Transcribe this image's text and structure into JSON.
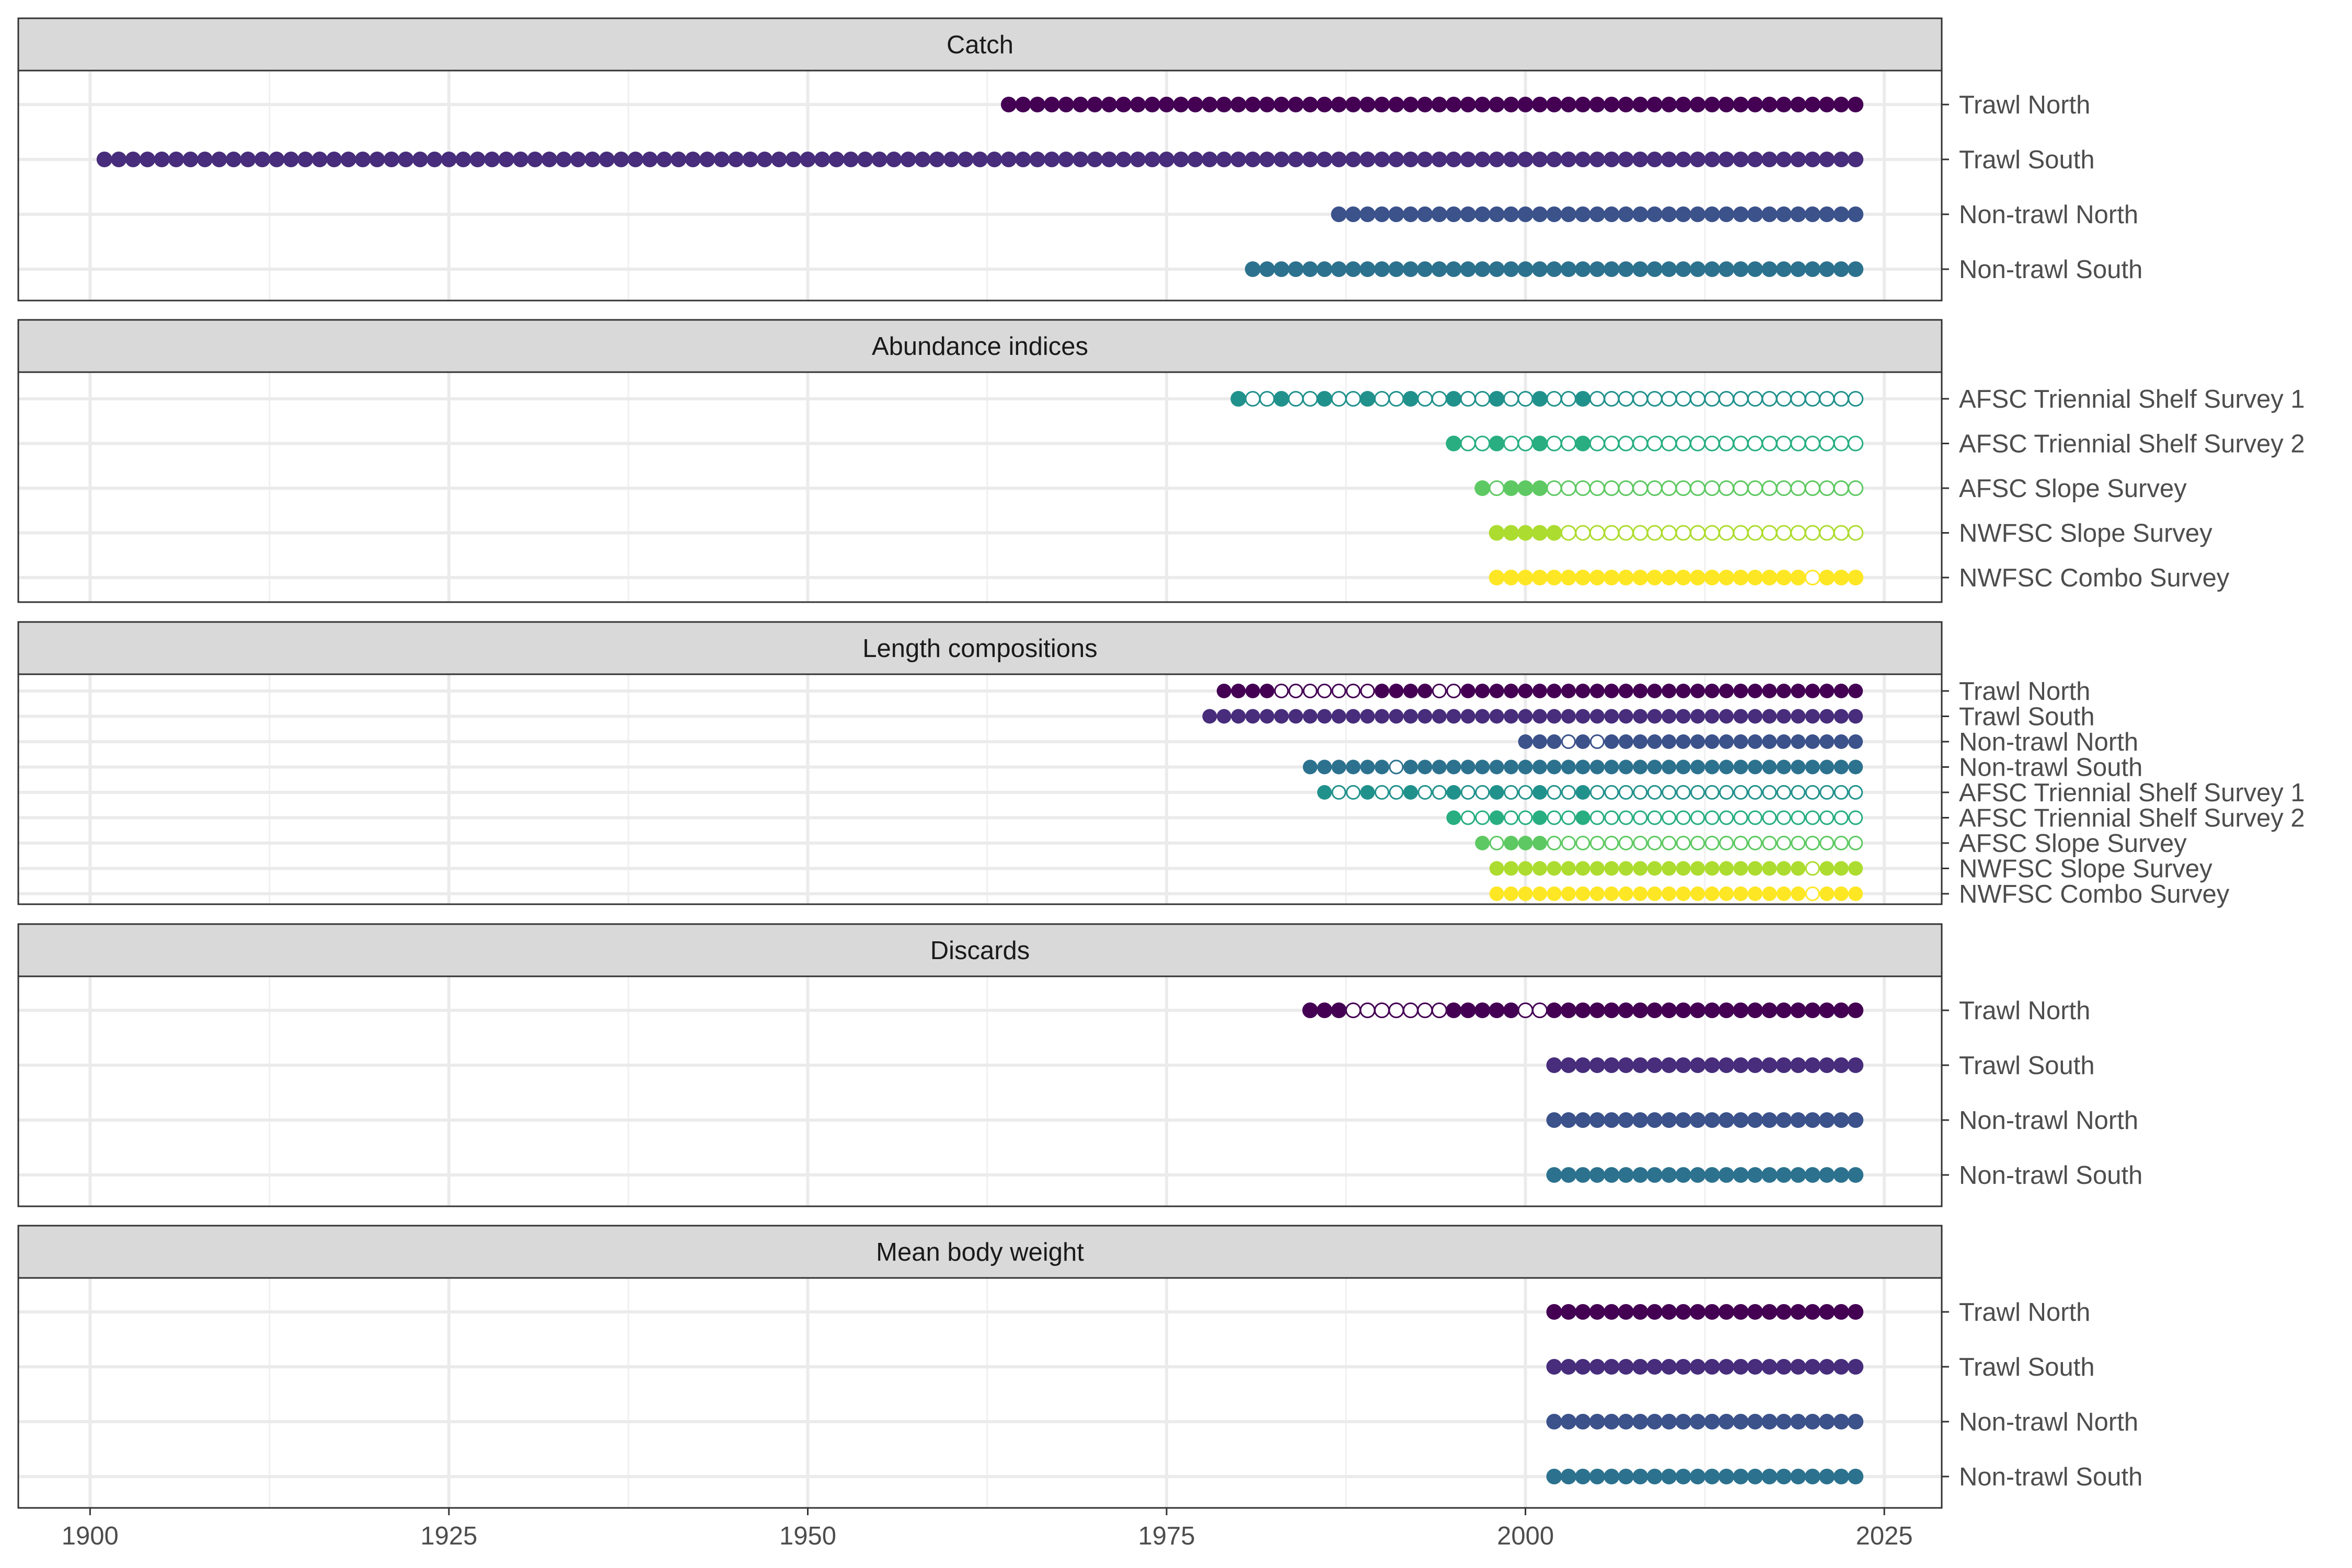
{
  "chart_data": {
    "type": "scatter",
    "x_axis": {
      "ticks": [
        "1900",
        "1925",
        "1950",
        "1975",
        "2000",
        "2025"
      ],
      "range": [
        1895,
        2029
      ]
    },
    "grid": true,
    "legend": "none",
    "colors": {
      "Trawl North": "#440154",
      "Trawl South": "#472d7b",
      "Non-trawl North": "#3b528b",
      "Non-trawl South": "#2c728e",
      "AFSC Triennial Shelf Survey 1": "#21918c",
      "AFSC Triennial Shelf Survey 2": "#28ae80",
      "AFSC Slope Survey": "#5ec962",
      "NWFSC Slope Survey": "#addc30",
      "NWFSC Combo Survey": "#fde725"
    },
    "panels": [
      {
        "title": "Catch",
        "rows": [
          {
            "label": "Trawl North",
            "years": [
              1964,
              2023
            ],
            "open": []
          },
          {
            "label": "Trawl South",
            "years": [
              1901,
              2023
            ],
            "open": []
          },
          {
            "label": "Non-trawl North",
            "years": [
              1987,
              2023
            ],
            "open": []
          },
          {
            "label": "Non-trawl South",
            "years": [
              1981,
              2023
            ],
            "open": []
          }
        ]
      },
      {
        "title": "Abundance indices",
        "rows": [
          {
            "label": "AFSC Triennial Shelf Survey 1",
            "years": [
              1980,
              2023
            ],
            "filled": [
              1980,
              1983,
              1986,
              1989,
              1992,
              1995,
              1998,
              2001,
              2004
            ]
          },
          {
            "label": "AFSC Triennial Shelf Survey 2",
            "years": [
              1995,
              2023
            ],
            "filled": [
              1995,
              1998,
              2001,
              2004
            ]
          },
          {
            "label": "AFSC Slope Survey",
            "years": [
              1997,
              2023
            ],
            "filled": [
              1997,
              1999,
              2000,
              2001
            ]
          },
          {
            "label": "NWFSC Slope Survey",
            "years": [
              1998,
              2023
            ],
            "filled": [
              1998,
              1999,
              2000,
              2001,
              2002
            ]
          },
          {
            "label": "NWFSC Combo Survey",
            "years": [
              1998,
              2023
            ],
            "open": [
              2020
            ]
          }
        ]
      },
      {
        "title": "Length compositions",
        "rows": [
          {
            "label": "Trawl North",
            "years": [
              1979,
              2023
            ],
            "open": [
              1983,
              1984,
              1985,
              1986,
              1987,
              1988,
              1989,
              1994,
              1995
            ]
          },
          {
            "label": "Trawl South",
            "years": [
              1978,
              2023
            ],
            "open": []
          },
          {
            "label": "Non-trawl North",
            "years": [
              2000,
              2023
            ],
            "open": [
              2003,
              2005
            ]
          },
          {
            "label": "Non-trawl South",
            "years": [
              1985,
              2023
            ],
            "open": [
              1991
            ]
          },
          {
            "label": "AFSC Triennial Shelf Survey 1",
            "years": [
              1986,
              2023
            ],
            "filled": [
              1986,
              1989,
              1992,
              1995,
              1998,
              2001,
              2004
            ]
          },
          {
            "label": "AFSC Triennial Shelf Survey 2",
            "years": [
              1995,
              2023
            ],
            "filled": [
              1995,
              1998,
              2001,
              2004
            ]
          },
          {
            "label": "AFSC Slope Survey",
            "years": [
              1997,
              2023
            ],
            "filled": [
              1997,
              1999,
              2000,
              2001
            ]
          },
          {
            "label": "NWFSC Slope Survey",
            "years": [
              1998,
              2023
            ],
            "open": [
              2020
            ]
          },
          {
            "label": "NWFSC Combo Survey",
            "years": [
              1998,
              2023
            ],
            "open": [
              2020
            ]
          }
        ]
      },
      {
        "title": "Discards",
        "rows": [
          {
            "label": "Trawl North",
            "years": [
              1985,
              2023
            ],
            "open": [
              1988,
              1989,
              1990,
              1991,
              1992,
              1993,
              1994,
              2000,
              2001
            ]
          },
          {
            "label": "Trawl South",
            "years": [
              2002,
              2023
            ],
            "open": []
          },
          {
            "label": "Non-trawl North",
            "years": [
              2002,
              2023
            ],
            "open": []
          },
          {
            "label": "Non-trawl South",
            "years": [
              2002,
              2023
            ],
            "open": []
          }
        ]
      },
      {
        "title": "Mean body weight",
        "rows": [
          {
            "label": "Trawl North",
            "years": [
              2002,
              2023
            ],
            "open": []
          },
          {
            "label": "Trawl South",
            "years": [
              2002,
              2023
            ],
            "open": []
          },
          {
            "label": "Non-trawl North",
            "years": [
              2002,
              2023
            ],
            "open": []
          },
          {
            "label": "Non-trawl South",
            "years": [
              2002,
              2023
            ],
            "open": []
          }
        ]
      }
    ]
  }
}
